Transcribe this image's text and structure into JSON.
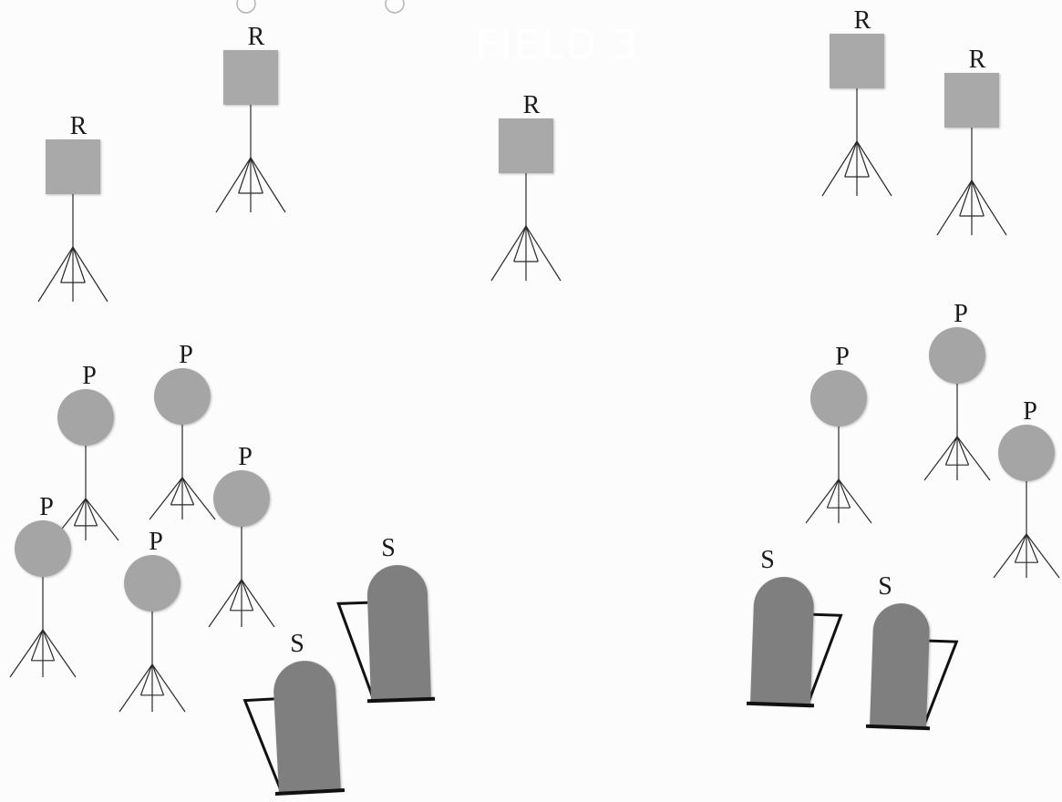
{
  "watermark_text": "FIELD 3",
  "letters": {
    "rectangle": "R",
    "circle": "P",
    "arch": "S"
  },
  "colors": {
    "square_fill": "#a9a9a9",
    "circle_fill": "#a5a5a5",
    "arch_fill": "#7f7f7f",
    "stand_line": "#2a2a2a",
    "frame_line": "#111111",
    "watermark": "#ffffff"
  }
}
